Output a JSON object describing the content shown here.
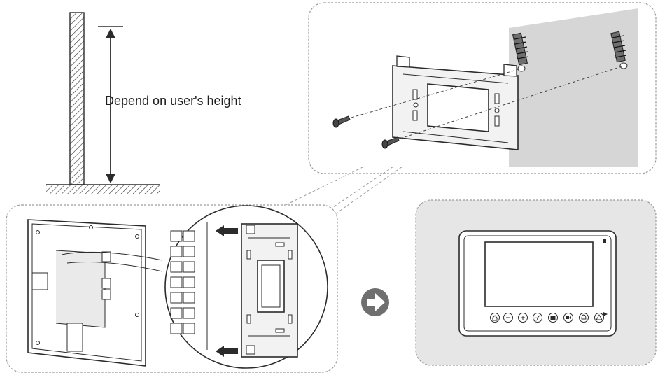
{
  "height_guide": {
    "label": "Depend on user's height"
  },
  "panels": {
    "wall_fixing": {
      "icon": "screws-bracket-wall"
    },
    "back_attach": {
      "icon": "monitor-back-with-bracket"
    },
    "finished": {
      "icon": "mounted-monitor"
    }
  },
  "arrow": {
    "icon": "circle-right-arrow-icon"
  },
  "monitor": {
    "button_icons": [
      "home-icon",
      "minus-icon",
      "plus-icon",
      "key-icon",
      "door-icon",
      "camera-icon",
      "bell-icon",
      "warning-icon"
    ]
  },
  "colors": {
    "line": "#2b2b2b",
    "panel_fill": "#e6e6e6",
    "wall_fill": "#d6d6d6",
    "panel_border": "#9b9b9b",
    "arrow_fill": "#6f6f6f"
  }
}
